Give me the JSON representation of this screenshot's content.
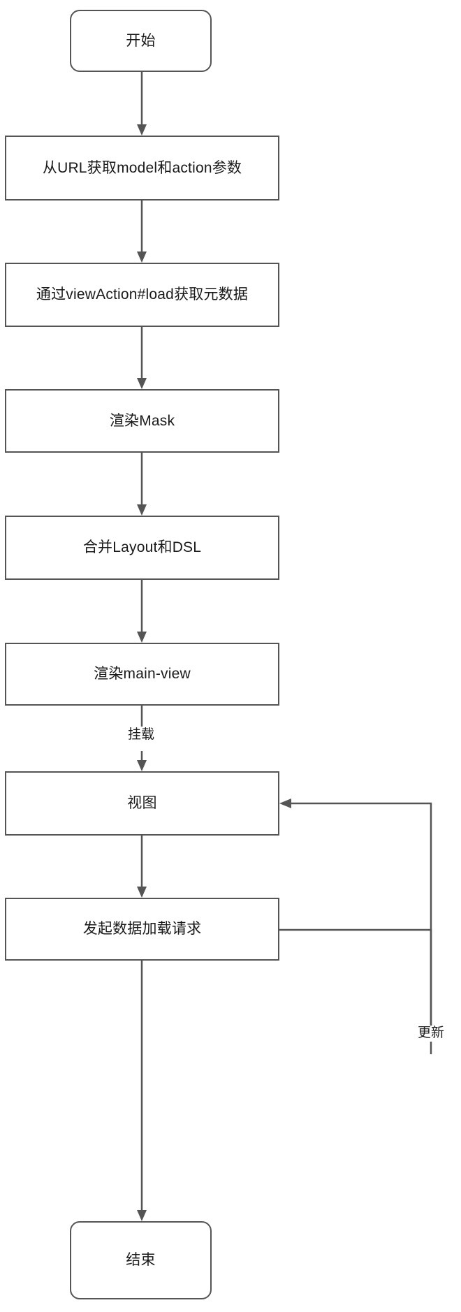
{
  "diagram": {
    "title": "",
    "type": "flowchart",
    "orientation": "top-to-bottom",
    "colors": {
      "node_border": "#555555",
      "node_fill": "#ffffff",
      "edge_stroke": "#555555",
      "text": "#1a1a1a",
      "background": "#ffffff"
    },
    "nodes": [
      {
        "id": "start",
        "shape": "terminal",
        "label": "开始"
      },
      {
        "id": "get-params",
        "shape": "process",
        "label": "从URL获取model和action参数"
      },
      {
        "id": "load-meta",
        "shape": "process",
        "label": "通过viewAction#load获取元数据"
      },
      {
        "id": "render-mask",
        "shape": "process",
        "label": "渲染Mask"
      },
      {
        "id": "merge-dsl",
        "shape": "process",
        "label": "合并Layout和DSL"
      },
      {
        "id": "render-main",
        "shape": "process",
        "label": "渲染main-view"
      },
      {
        "id": "view",
        "shape": "process",
        "label": "视图"
      },
      {
        "id": "load-data",
        "shape": "process",
        "label": "发起数据加载请求"
      },
      {
        "id": "end",
        "shape": "terminal",
        "label": "结束"
      }
    ],
    "edges": [
      {
        "from": "start",
        "to": "get-params",
        "label": ""
      },
      {
        "from": "get-params",
        "to": "load-meta",
        "label": ""
      },
      {
        "from": "load-meta",
        "to": "render-mask",
        "label": ""
      },
      {
        "from": "render-mask",
        "to": "merge-dsl",
        "label": ""
      },
      {
        "from": "merge-dsl",
        "to": "render-main",
        "label": ""
      },
      {
        "from": "render-main",
        "to": "view",
        "label": "挂载"
      },
      {
        "from": "view",
        "to": "load-data",
        "label": ""
      },
      {
        "from": "load-data",
        "to": "view",
        "label": "更新"
      },
      {
        "from": "load-data",
        "to": "end",
        "label": ""
      }
    ],
    "edge_labels": {
      "mount": "挂载",
      "update": "更新"
    }
  }
}
